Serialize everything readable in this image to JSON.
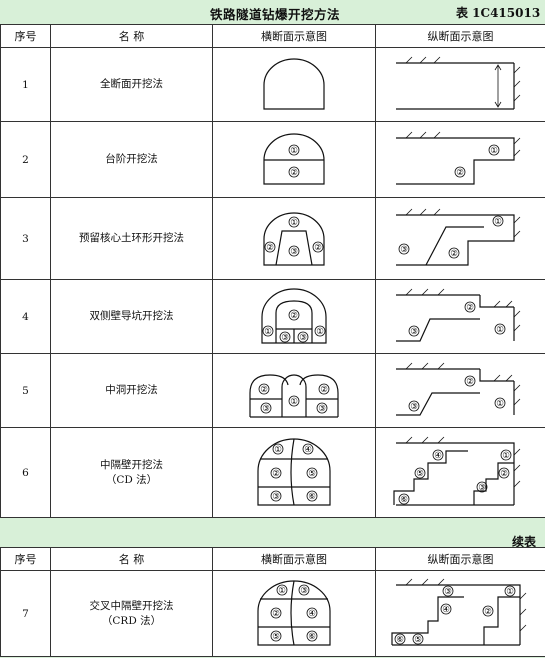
{
  "title": "铁路隧道钻爆开挖方法",
  "table_code": "表 1C415013",
  "continued_label": "续表",
  "headers": {
    "num": "序号",
    "name": "名 称",
    "cross": "横断面示意图",
    "long": "纵断面示意图"
  },
  "rows": [
    {
      "num": "1",
      "name": "全断面开挖法"
    },
    {
      "num": "2",
      "name": "台阶开挖法"
    },
    {
      "num": "3",
      "name": "预留核心土环形开挖法"
    },
    {
      "num": "4",
      "name": "双侧壁导坑开挖法"
    },
    {
      "num": "5",
      "name": "中洞开挖法"
    },
    {
      "num": "6",
      "name": "中隔壁开挖法",
      "name2": "（CD 法）"
    },
    {
      "num": "7",
      "name": "交叉中隔壁开挖法",
      "name2": "（CRD 法）"
    }
  ],
  "marks": {
    "m1": "①",
    "m2": "②",
    "m3": "③",
    "m4": "④",
    "m5": "⑤",
    "m6": "⑥"
  }
}
